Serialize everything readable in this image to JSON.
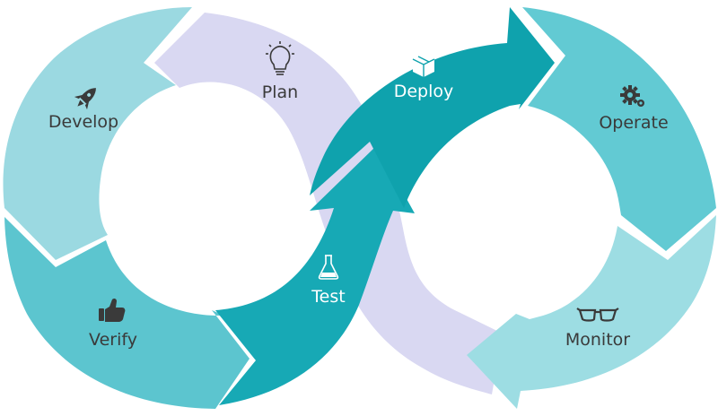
{
  "stages": [
    {
      "id": "plan",
      "label": "Plan",
      "icon": "lightbulb-icon",
      "label_color": "#3a3a3a"
    },
    {
      "id": "develop",
      "label": "Develop",
      "icon": "rocket-icon",
      "label_color": "#3a3a3a"
    },
    {
      "id": "verify",
      "label": "Verify",
      "icon": "thumbs-up-icon",
      "label_color": "#3a3a3a"
    },
    {
      "id": "test",
      "label": "Test",
      "icon": "flask-icon",
      "label_color": "#ffffff"
    },
    {
      "id": "deploy",
      "label": "Deploy",
      "icon": "package-icon",
      "label_color": "#ffffff"
    },
    {
      "id": "operate",
      "label": "Operate",
      "icon": "gears-icon",
      "label_color": "#3a3a3a"
    },
    {
      "id": "monitor",
      "label": "Monitor",
      "icon": "glasses-icon",
      "label_color": "#3a3a3a"
    }
  ],
  "colors": {
    "plan": "#d9d8f2",
    "develop": "#9bd9e1",
    "verify": "#5cc5cf",
    "test": "#17a9b5",
    "deploy": "#0fa2ad",
    "operate": "#62cad3",
    "monitor": "#9ddde3",
    "icon_dark": "#3a3a3a",
    "icon_light": "#ffffff"
  }
}
